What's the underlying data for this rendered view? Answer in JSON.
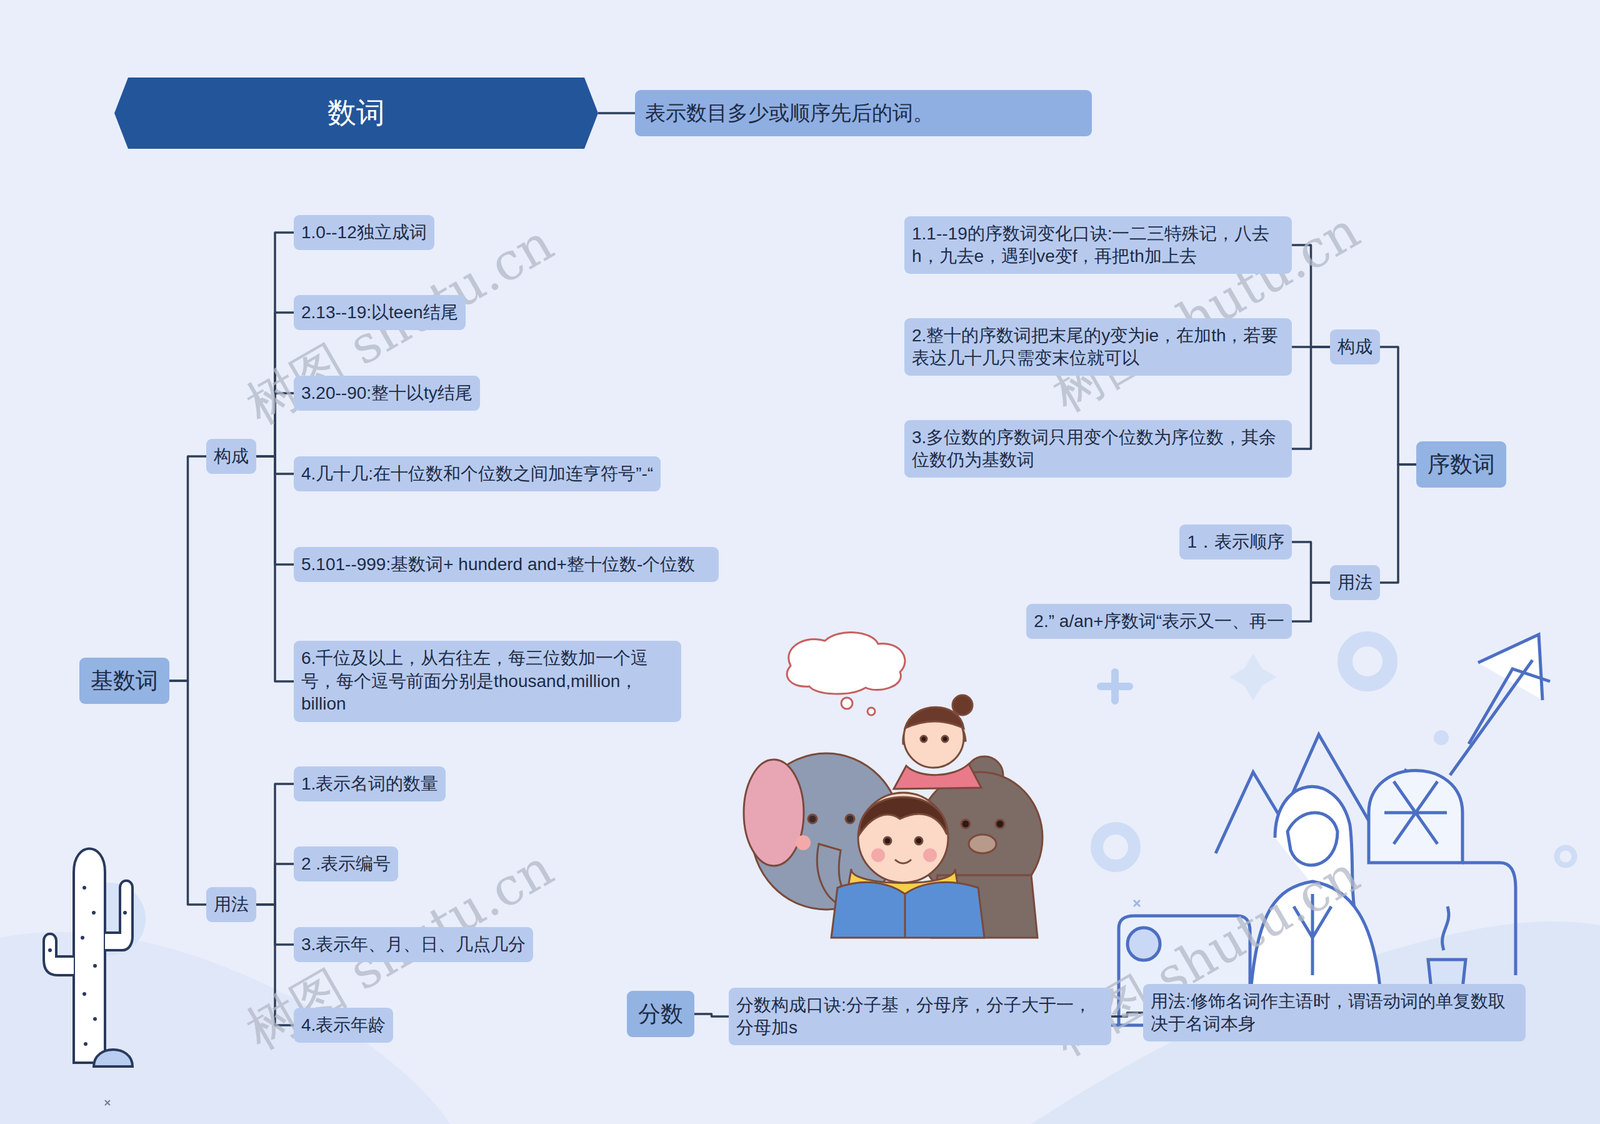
{
  "diagram": {
    "nodes": [
      {
        "text": [
          "数词"
        ]
      },
      {
        "text": [
          "表示数目多少或顺序先后的词。"
        ]
      },
      {
        "text": [
          "基数词"
        ]
      },
      {
        "text": [
          "构成"
        ]
      },
      {
        "text": [
          "1.0--12独立成词"
        ]
      },
      {
        "text": [
          "2.13--19:以teen结尾"
        ]
      },
      {
        "text": [
          "3.20--90:整十以ty结尾"
        ]
      },
      {
        "text": [
          "4.几十几:在十位数和个位数之间加连亨符号”-“"
        ]
      },
      {
        "text": [
          "5.101--999:基数词+ hunderd and+整十位数-个位数"
        ]
      },
      {
        "text": [
          "6.千位及以上，从右往左，每三位数加一个逗号，每个逗号前面分别是thousand,million，billion"
        ]
      },
      {
        "text": [
          "用法"
        ]
      },
      {
        "text": [
          "1.表示名词的数量"
        ]
      },
      {
        "text": [
          "2 .表示编号"
        ]
      },
      {
        "text": [
          "3.表示年、月、日、几点几分"
        ]
      },
      {
        "text": [
          "4.表示年龄"
        ]
      },
      {
        "text": [
          "序数词"
        ]
      },
      {
        "text": [
          "构成"
        ]
      },
      {
        "text": [
          "1.1--19的序数词变化口诀:一二三特殊记，八去h，九去e，遇到ve变f，再把th加上去"
        ]
      },
      {
        "text": [
          "2.整十的序数词把末尾的y变为ie，在加th，若要表达几十几只需变末位就可以"
        ]
      },
      {
        "text": [
          "3.多位数的序数词只用变个位数为序位数，其余位数仍为基数词"
        ]
      },
      {
        "text": [
          "用法"
        ]
      },
      {
        "text": [
          "1．表示顺序"
        ]
      },
      {
        "text": [
          "2.” a/an+序数词“表示又一、再一"
        ]
      },
      {
        "text": [
          "分数"
        ]
      },
      {
        "text": [
          "分数构成口诀:分子基，分母序，分子大于一，分母加s"
        ]
      },
      {
        "text": [
          "用法:修饰名词作主语时，谓语动词的单复数取决于名词本身"
        ]
      }
    ],
    "edges": [
      {
        "from": 0,
        "to": 1,
        "arrow": "none"
      },
      {
        "from": 2,
        "to": 3,
        "arrow": "none"
      },
      {
        "from": 3,
        "to": 4,
        "arrow": "none"
      },
      {
        "from": 3,
        "to": 5,
        "arrow": "none"
      },
      {
        "from": 3,
        "to": 6,
        "arrow": "none"
      },
      {
        "from": 3,
        "to": 7,
        "arrow": "none"
      },
      {
        "from": 3,
        "to": 8,
        "arrow": "none"
      },
      {
        "from": 3,
        "to": 9,
        "arrow": "none"
      },
      {
        "from": 2,
        "to": 10,
        "arrow": "none"
      },
      {
        "from": 10,
        "to": 11,
        "arrow": "none"
      },
      {
        "from": 10,
        "to": 12,
        "arrow": "none"
      },
      {
        "from": 10,
        "to": 13,
        "arrow": "none"
      },
      {
        "from": 10,
        "to": 14,
        "arrow": "none"
      },
      {
        "from": 15,
        "to": 16,
        "arrow": "none"
      },
      {
        "from": 16,
        "to": 17,
        "arrow": "none"
      },
      {
        "from": 16,
        "to": 18,
        "arrow": "none"
      },
      {
        "from": 16,
        "to": 19,
        "arrow": "none"
      },
      {
        "from": 15,
        "to": 20,
        "arrow": "none"
      },
      {
        "from": 20,
        "to": 21,
        "arrow": "none"
      },
      {
        "from": 20,
        "to": 22,
        "arrow": "none"
      },
      {
        "from": 23,
        "to": 24,
        "arrow": "none"
      },
      {
        "from": 24,
        "to": 25,
        "arrow": "none"
      }
    ],
    "labels": [
      "树图 shutu.cn",
      "树图 shutu.cn",
      "树图 shutu.cn",
      "树图 shutu.cn"
    ]
  }
}
